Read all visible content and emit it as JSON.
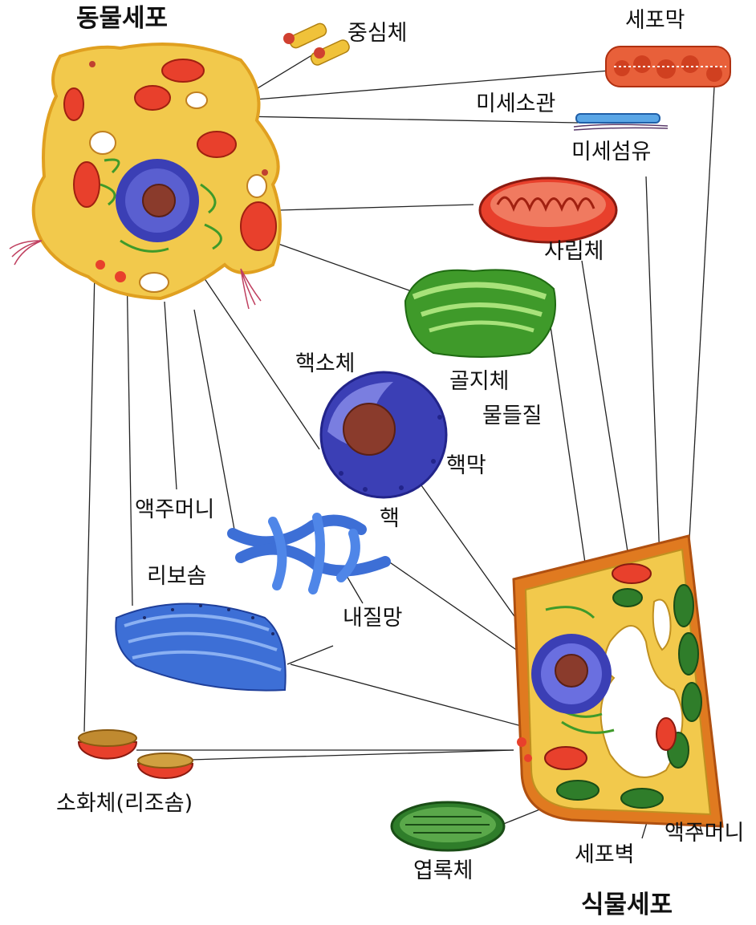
{
  "labels": {
    "animal_cell": "동물세포",
    "centrosome": "중심체",
    "cell_membrane": "세포막",
    "microtubule": "미세소관",
    "microfilament": "미세섬유",
    "mitochondria": "사립체",
    "golgi": "골지체",
    "nucleolus": "핵소체",
    "chromatin": "물들질",
    "nuclear_membrane": "핵막",
    "nucleus": "핵",
    "vacuole_left": "액주머니",
    "ribosome": "리보솜",
    "er": "내질망",
    "lysosome": "소화체(리조솜)",
    "chloroplast": "엽록체",
    "cell_wall": "세포벽",
    "vacuole_right": "액주머니",
    "plant_cell": "식물세포"
  },
  "colors": {
    "cytoplasm": "#f2c94c",
    "cell_outline": "#e0a020",
    "mitochondria": "#e8402c",
    "nucleus_outer": "#3b3fb5",
    "nucleus_inner": "#8a8ee8",
    "nucleolus": "#8a3b2c",
    "golgi": "#3f9a2a",
    "er": "#3d6fd6",
    "chloroplast": "#2f7d2a",
    "plant_wall": "#e07a20",
    "line": "#222222"
  }
}
